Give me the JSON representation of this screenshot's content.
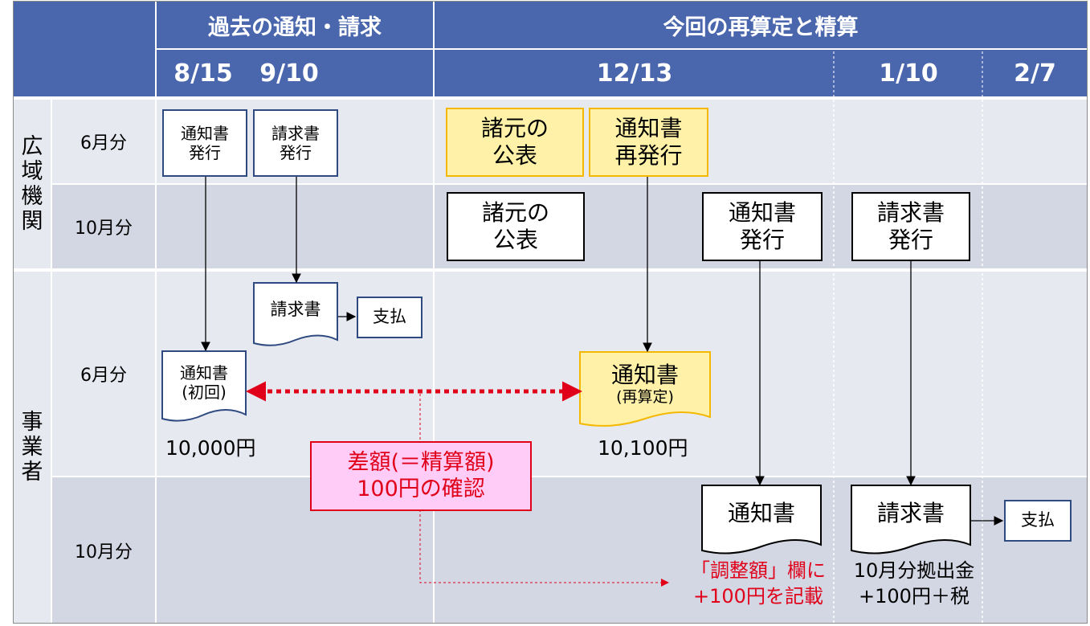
{
  "header": {
    "past_title": "過去の通知・請求",
    "current_title": "今回の再算定と精算",
    "dates": [
      "8/15",
      "9/10",
      "12/13",
      "1/10",
      "2/7"
    ]
  },
  "rows": {
    "group_agency": [
      "広",
      "域",
      "機",
      "関"
    ],
    "group_business": [
      "事",
      "業",
      "者"
    ],
    "june": "6月分",
    "october": "10月分"
  },
  "agency": {
    "june_notice": [
      "通知書",
      "発行"
    ],
    "june_invoice": [
      "請求書",
      "発行"
    ],
    "june_spec": [
      "諸元の",
      "公表"
    ],
    "june_reissue": [
      "通知書",
      "再発行"
    ],
    "oct_spec": [
      "諸元の",
      "公表"
    ],
    "oct_notice": [
      "通知書",
      "発行"
    ],
    "oct_invoice": [
      "請求書",
      "発行"
    ]
  },
  "business": {
    "june_invoice_doc": "請求書",
    "june_payment": "支払",
    "june_first_notice": [
      "通知書",
      "(初回)"
    ],
    "june_first_amount": "10,000円",
    "june_recalc_notice": [
      "通知書",
      "(再算定)"
    ],
    "june_recalc_amount": "10,100円",
    "difference": [
      "差額(＝精算額)",
      "100円の確認"
    ],
    "oct_notice_doc": "通知書",
    "oct_invoice_doc": "請求書",
    "oct_payment": "支払",
    "oct_notice_note": [
      "「調整額」欄に",
      "+100円を記載"
    ],
    "oct_invoice_note": [
      "10月分拠出金",
      "+100円＋税"
    ]
  },
  "colors": {
    "header": "#4a67ad",
    "highlight_fill": "#fff2a8",
    "highlight_border": "#f5b800",
    "difference_fill": "#ffccf7",
    "accent_red": "#e0001a"
  }
}
